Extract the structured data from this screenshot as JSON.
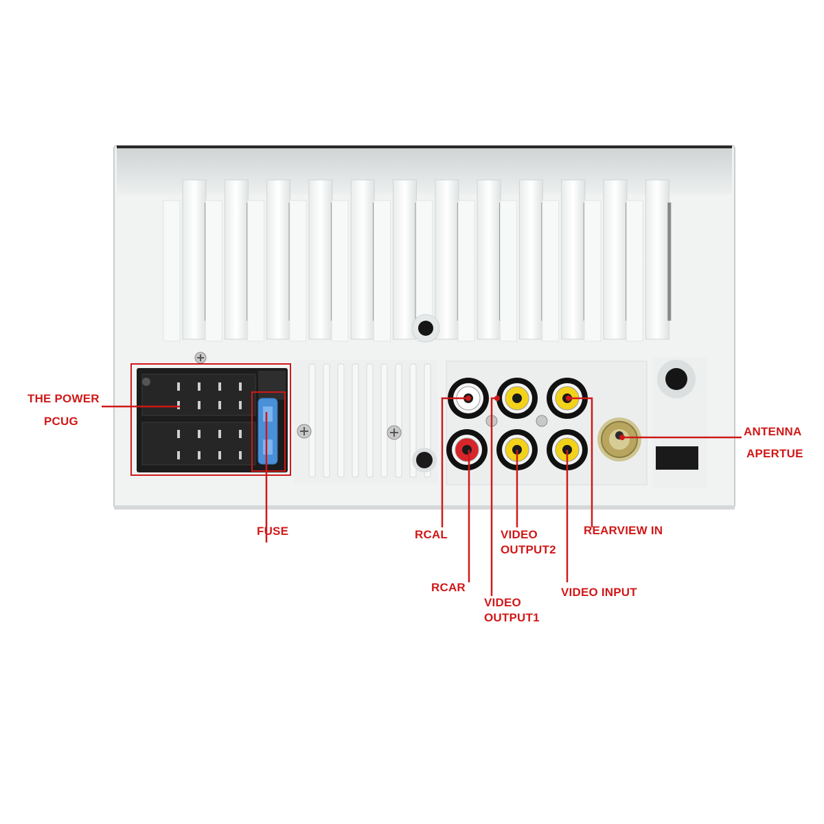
{
  "colors": {
    "label_red": "#d01818",
    "panel_face": "#f1f3f3",
    "panel_edge": "#d6dada",
    "rca_yellow": "#f3d21a",
    "rca_red": "#d8252a",
    "rca_white": "#ffffff",
    "connector_black": "#1c1c1c",
    "fuse_blue": "#4a90d9",
    "antenna_gold": "#b7a560"
  },
  "labels": {
    "power_plug_line1": "THE POWER",
    "power_plug_line2": "PCUG",
    "fuse": "FUSE",
    "rcal": "RCAL",
    "rcar": "RCAR",
    "video_output1_line1": "VIDEO",
    "video_output1_line2": "OUTPUT1",
    "video_output2_line1": "VIDEO",
    "video_output2_line2": "OUTPUT2",
    "rearview_in": "REARVIEW IN",
    "video_input": "VIDEO INPUT",
    "antenna_line1": "ANTENNA",
    "antenna_line2": "APERTUE"
  },
  "icons": {
    "power_connector": "iso-power-connector-icon",
    "fuse": "blade-fuse-icon",
    "rca_jack": "rca-jack-icon",
    "antenna_port": "antenna-socket-icon",
    "screw": "screw-icon"
  }
}
